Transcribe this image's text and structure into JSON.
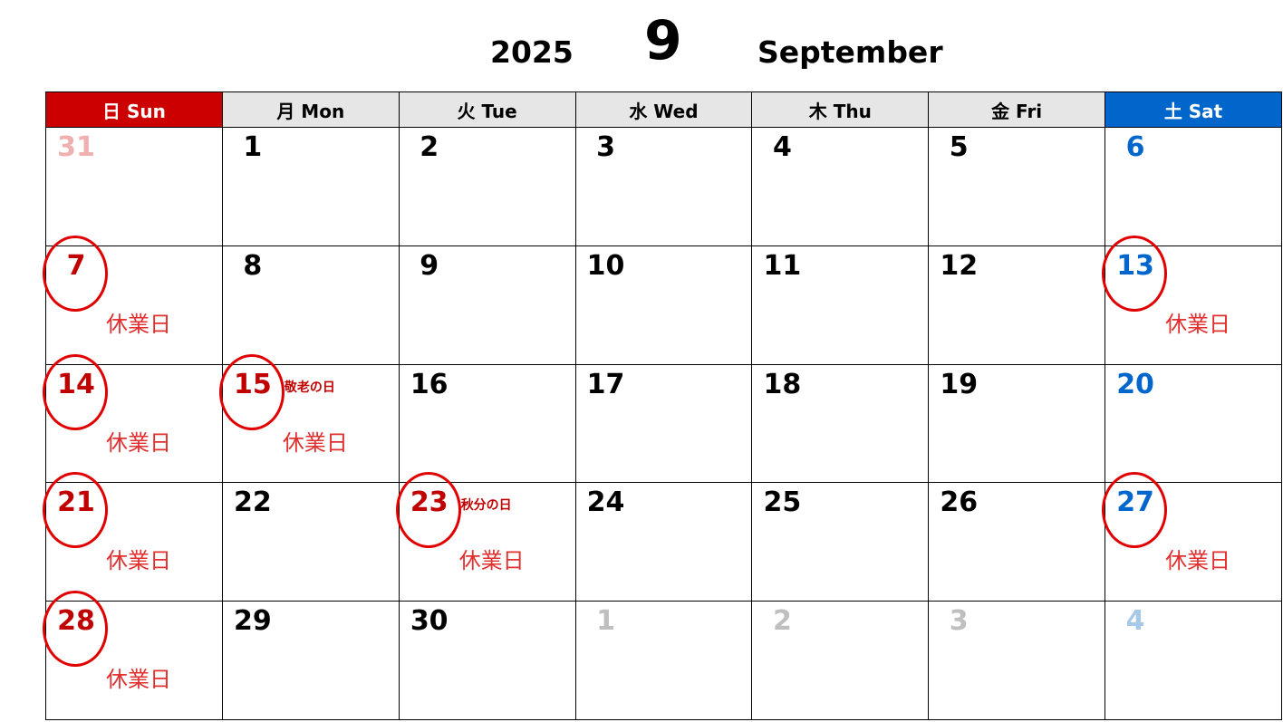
{
  "header": {
    "year": "2025",
    "month_number": "9",
    "month_name": "September"
  },
  "weekdays": [
    "日 Sun",
    "月 Mon",
    "火 Tue",
    "水 Wed",
    "木 Thu",
    "金 Fri",
    "土 Sat"
  ],
  "closed_label": "休業日",
  "colors": {
    "sunday": "#cc0000",
    "saturday": "#0066cc",
    "circle": "#e00000",
    "header_bg": "#e6e6e6"
  },
  "weeks": [
    [
      {
        "day": "31",
        "out": true
      },
      {
        "day": "1"
      },
      {
        "day": "2"
      },
      {
        "day": "3"
      },
      {
        "day": "4"
      },
      {
        "day": "5"
      },
      {
        "day": "6"
      }
    ],
    [
      {
        "day": "7",
        "circled": true,
        "closed": true
      },
      {
        "day": "8"
      },
      {
        "day": "9"
      },
      {
        "day": "10"
      },
      {
        "day": "11"
      },
      {
        "day": "12"
      },
      {
        "day": "13",
        "circled": true,
        "closed": true
      }
    ],
    [
      {
        "day": "14",
        "circled": true,
        "closed": true
      },
      {
        "day": "15",
        "circled": true,
        "closed": true,
        "holiday": "敬老の日"
      },
      {
        "day": "16"
      },
      {
        "day": "17"
      },
      {
        "day": "18"
      },
      {
        "day": "19"
      },
      {
        "day": "20"
      }
    ],
    [
      {
        "day": "21",
        "circled": true,
        "closed": true
      },
      {
        "day": "22"
      },
      {
        "day": "23",
        "circled": true,
        "closed": true,
        "holiday": "秋分の日"
      },
      {
        "day": "24"
      },
      {
        "day": "25"
      },
      {
        "day": "26"
      },
      {
        "day": "27",
        "circled": true,
        "closed": true
      }
    ],
    [
      {
        "day": "28",
        "circled": true,
        "closed": true
      },
      {
        "day": "29"
      },
      {
        "day": "30"
      },
      {
        "day": "1",
        "out": true
      },
      {
        "day": "2",
        "out": true
      },
      {
        "day": "3",
        "out": true
      },
      {
        "day": "4",
        "out": true
      }
    ]
  ]
}
